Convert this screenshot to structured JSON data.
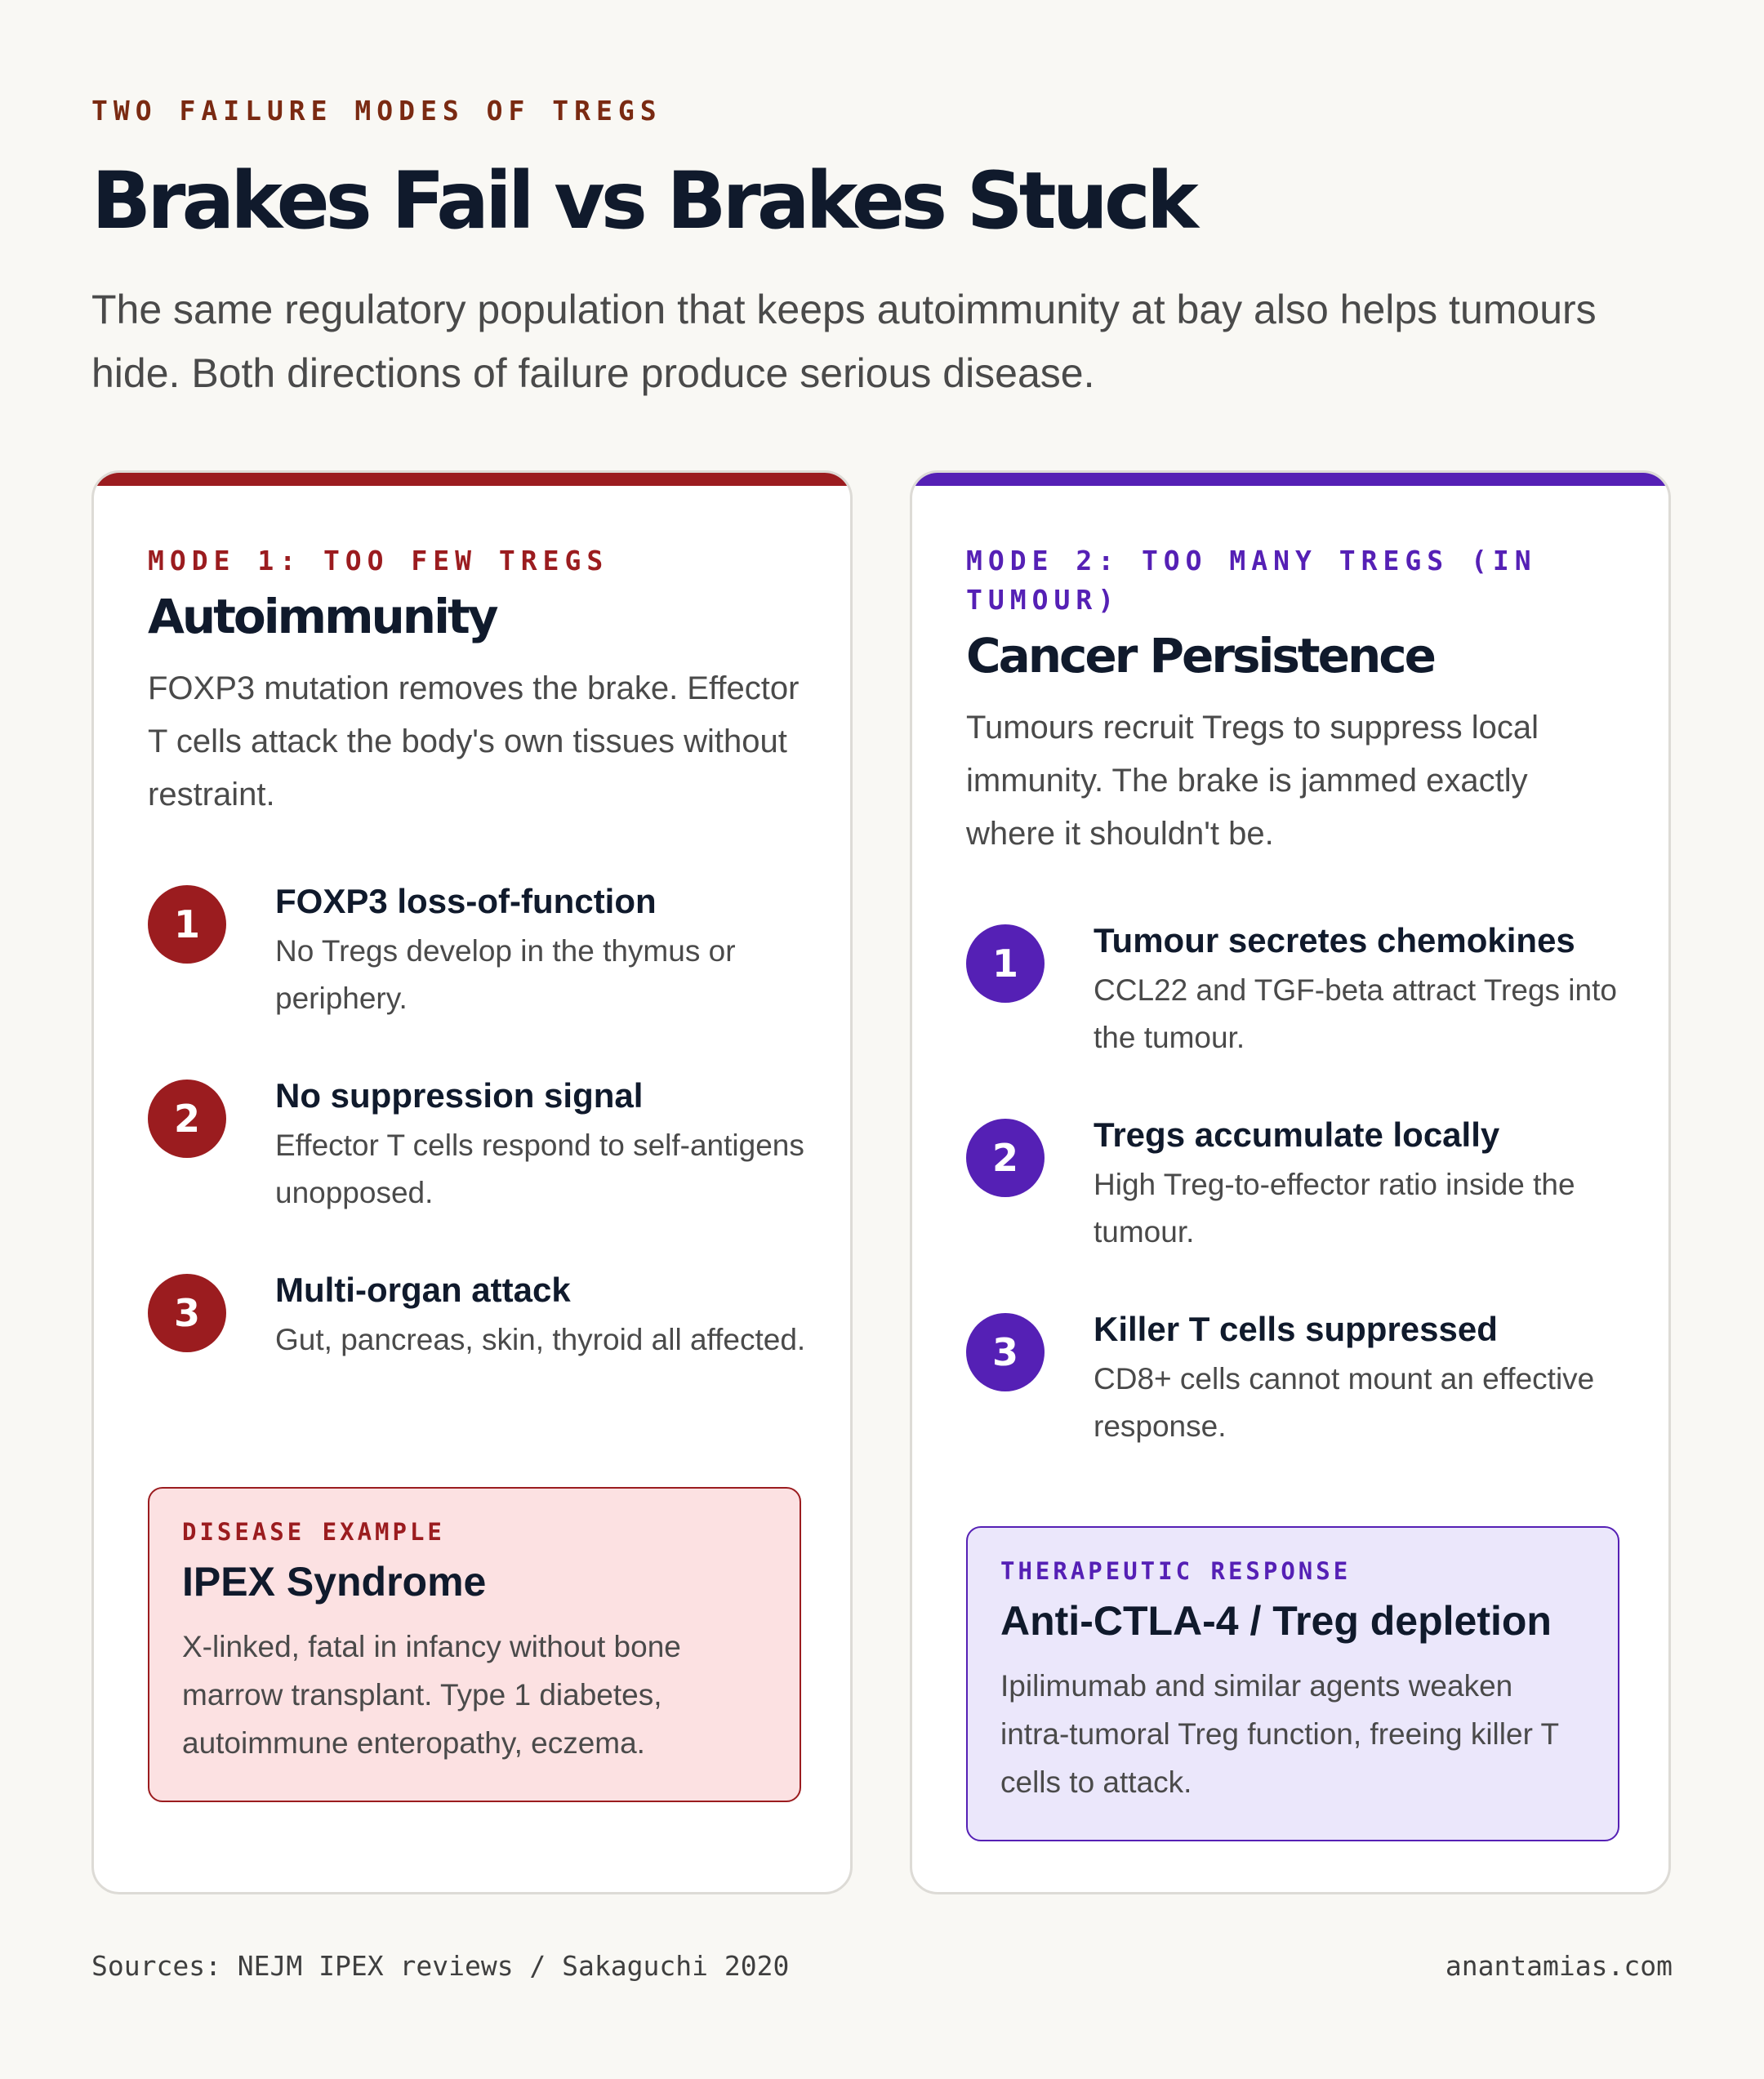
{
  "header": {
    "eyebrow": "TWO FAILURE MODES OF TREGS",
    "title": "Brakes Fail vs Brakes Stuck",
    "subtitle": "The same regulatory population that keeps autoimmunity at bay also helps tumours hide. Both directions of failure produce serious disease."
  },
  "colors": {
    "mode1_accent": "#9b1c1f",
    "mode2_accent": "#5520b5",
    "mode1_box_bg": "#fce1e2",
    "mode2_box_bg": "#ebe7fb",
    "background": "#f9f8f4"
  },
  "mode1": {
    "label": "MODE 1: TOO FEW TREGS",
    "title": "Autoimmunity",
    "description": "FOXP3 mutation removes the brake. Effector T cells attack the body's own tissues without restraint.",
    "steps": [
      {
        "number": "1",
        "title": "FOXP3 loss-of-function",
        "description": "No Tregs develop in the thymus or periphery."
      },
      {
        "number": "2",
        "title": "No suppression signal",
        "description": "Effector T cells respond to self-antigens unopposed."
      },
      {
        "number": "3",
        "title": "Multi-organ attack",
        "description": "Gut, pancreas, skin, thyroid all affected."
      }
    ],
    "box": {
      "label": "DISEASE EXAMPLE",
      "title": "IPEX Syndrome",
      "description": "X-linked, fatal in infancy without bone marrow transplant. Type 1 diabetes, autoimmune enteropathy, eczema."
    }
  },
  "mode2": {
    "label": "MODE 2: TOO MANY TREGS (IN TUMOUR)",
    "title": "Cancer Persistence",
    "description": "Tumours recruit Tregs to suppress local immunity. The brake is jammed exactly where it shouldn't be.",
    "steps": [
      {
        "number": "1",
        "title": "Tumour secretes chemokines",
        "description": "CCL22 and TGF-beta attract Tregs into the tumour."
      },
      {
        "number": "2",
        "title": "Tregs accumulate locally",
        "description": "High Treg-to-effector ratio inside the tumour."
      },
      {
        "number": "3",
        "title": "Killer T cells suppressed",
        "description": "CD8+ cells cannot mount an effective response."
      }
    ],
    "box": {
      "label": "THERAPEUTIC RESPONSE",
      "title": "Anti-CTLA-4 / Treg depletion",
      "description": "Ipilimumab and similar agents weaken intra-tumoral Treg function, freeing killer T cells to attack."
    }
  },
  "footer": {
    "sources": "Sources: NEJM IPEX reviews / Sakaguchi 2020",
    "site": "anantamias.com"
  }
}
